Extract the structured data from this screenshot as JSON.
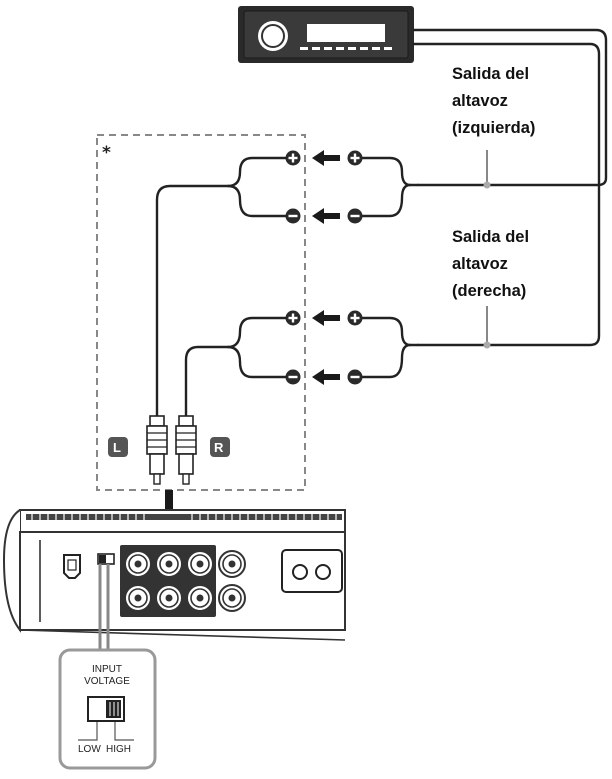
{
  "labels": {
    "left_output": [
      "Salida del",
      "altavoz",
      "(izquierda)"
    ],
    "right_output": [
      "Salida del",
      "altavoz",
      "(derecha)"
    ],
    "asterisk": "*",
    "plug_left": "L",
    "plug_right": "R",
    "input_voltage": [
      "INPUT",
      "VOLTAGE"
    ],
    "low": "LOW",
    "high": "HIGH"
  }
}
